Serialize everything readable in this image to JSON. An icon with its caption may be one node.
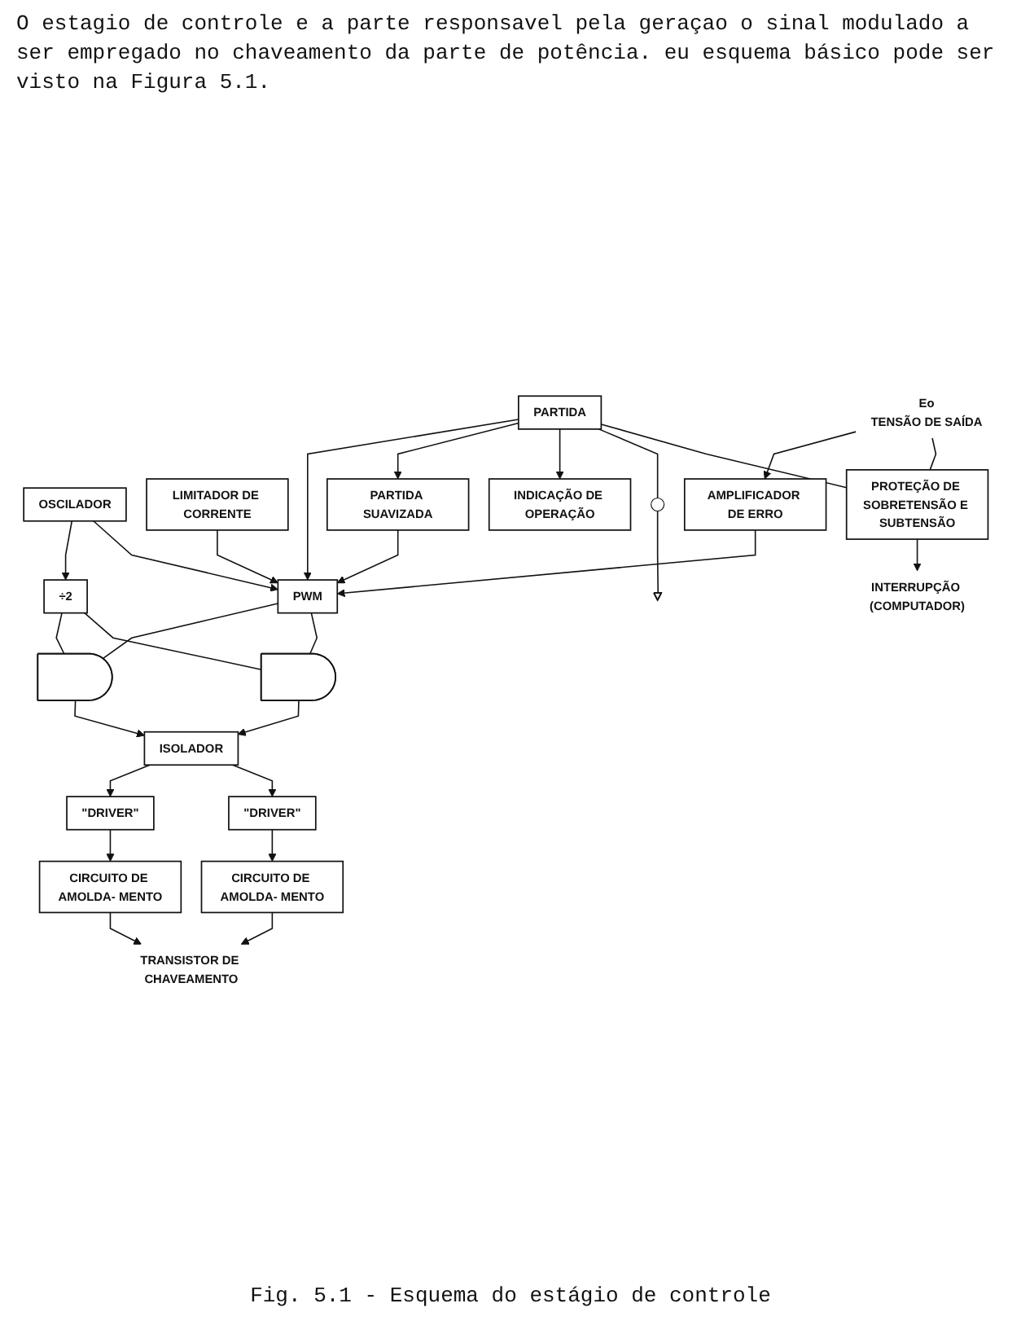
{
  "diagram": {
    "caption": "Fig. 5.1 - Esquema do estágio de controle",
    "nodes": [
      {
        "text": [
          "OSCILADOR"
        ]
      },
      {
        "text": [
          "÷2"
        ]
      },
      {
        "text": [],
        "shape": "gate"
      },
      {
        "text": [],
        "shape": "gate"
      },
      {
        "text": [
          "ISOLADOR"
        ]
      },
      {
        "text": [
          "PWM"
        ]
      },
      {
        "text": [
          "\"DRIVER\""
        ]
      },
      {
        "text": [
          "\"DRIVER\""
        ]
      },
      {
        "text": [
          "LIMITADOR DE CORRENTE"
        ]
      },
      {
        "text": [
          "PARTIDA SUAVIZADA"
        ]
      },
      {
        "text": [
          "CIRCUITO DE AMOLDA- MENTO"
        ]
      },
      {
        "text": [
          "CIRCUITO DE AMOLDA- MENTO"
        ]
      },
      {
        "text": [
          "TRANSISTOR DE CHAVEAMENTO"
        ]
      },
      {
        "text": [
          "Eo",
          "TENSÃO DE SAÍDA"
        ]
      },
      {
        "text": [
          "AMPLIFICADOR DE ERRO"
        ]
      },
      {
        "text": [
          "INDICAÇÃO DE OPERAÇÃO"
        ]
      },
      {
        "text": [
          "PARTIDA"
        ]
      },
      {
        "text": [],
        "shape": "switch"
      },
      {
        "text": [],
        "shape": "ground"
      },
      {
        "text": [
          "PROTEÇÃO DE SOBRETENSÃO E SUBTENSÃO"
        ]
      },
      {
        "text": [
          "INTERRUPÇÃO (COMPUTADOR)"
        ]
      }
    ],
    "edges": [
      {
        "from": 0,
        "to": 1,
        "arrow": "to"
      },
      {
        "from": 0,
        "to": 5,
        "arrow": "to"
      },
      {
        "from": 1,
        "to": 2,
        "arrow": "none"
      },
      {
        "from": 1,
        "to": 3,
        "arrow": "none"
      },
      {
        "from": 5,
        "to": 2,
        "arrow": "none"
      },
      {
        "from": 5,
        "to": 3,
        "arrow": "none"
      },
      {
        "from": 2,
        "to": 4,
        "arrow": "to"
      },
      {
        "from": 3,
        "to": 4,
        "arrow": "to"
      },
      {
        "from": 4,
        "to": 6,
        "arrow": "to"
      },
      {
        "from": 4,
        "to": 7,
        "arrow": "to"
      },
      {
        "from": 8,
        "to": 5,
        "arrow": "to"
      },
      {
        "from": 9,
        "to": 5,
        "arrow": "to"
      },
      {
        "from": 16,
        "to": 5,
        "arrow": "to"
      },
      {
        "from": 16,
        "to": 9,
        "arrow": "to"
      },
      {
        "from": 6,
        "to": 10,
        "arrow": "to"
      },
      {
        "from": 7,
        "to": 11,
        "arrow": "to"
      },
      {
        "from": 11,
        "to": 12,
        "arrow": "to"
      },
      {
        "from": 10,
        "to": 12,
        "arrow": "to"
      },
      {
        "from": 13,
        "to": 14,
        "arrow": "to"
      },
      {
        "from": 14,
        "to": 5,
        "arrow": "to"
      },
      {
        "from": 16,
        "to": 15,
        "arrow": "to"
      },
      {
        "from": 16,
        "to": 17,
        "arrow": "none"
      },
      {
        "from": 17,
        "to": 18,
        "arrow": "none"
      },
      {
        "from": 13,
        "to": 19,
        "arrow": "none"
      },
      {
        "from": 16,
        "to": 19,
        "arrow": "none"
      },
      {
        "from": 19,
        "to": 20,
        "arrow": "to"
      }
    ],
    "labels": [
      "O estagio de controle e a parte responsavel pela geraçao o sinal modulado a ser empregado no chaveamento da parte de potência. eu esquema básico pode ser visto na Figura 5.1."
    ]
  }
}
